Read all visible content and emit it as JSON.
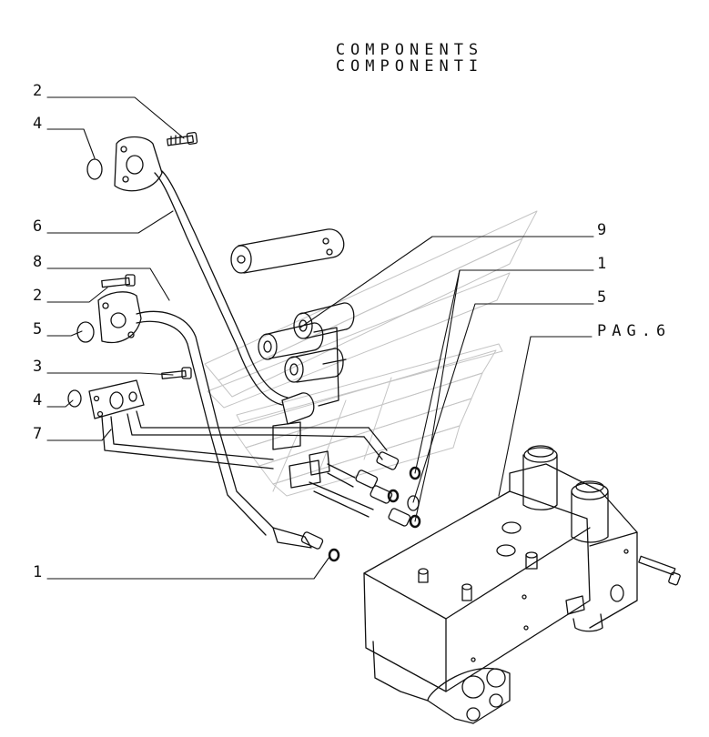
{
  "header": {
    "title_en": "COMPONENTS",
    "title_it": "COMPONENTI"
  },
  "callouts": {
    "c2_top": "2",
    "c4_top": "4",
    "c6": "6",
    "c8": "8",
    "c2_mid": "2",
    "c5_left": "5",
    "c3": "3",
    "c4_mid": "4",
    "c7": "7",
    "c1_bottom": "1",
    "c9": "9",
    "c1_right": "1",
    "c5_right": "5",
    "pag_ref": "PAG.6"
  },
  "colors": {
    "line": "#111111",
    "watermark": "#bdbdbd",
    "background": "#ffffff"
  }
}
